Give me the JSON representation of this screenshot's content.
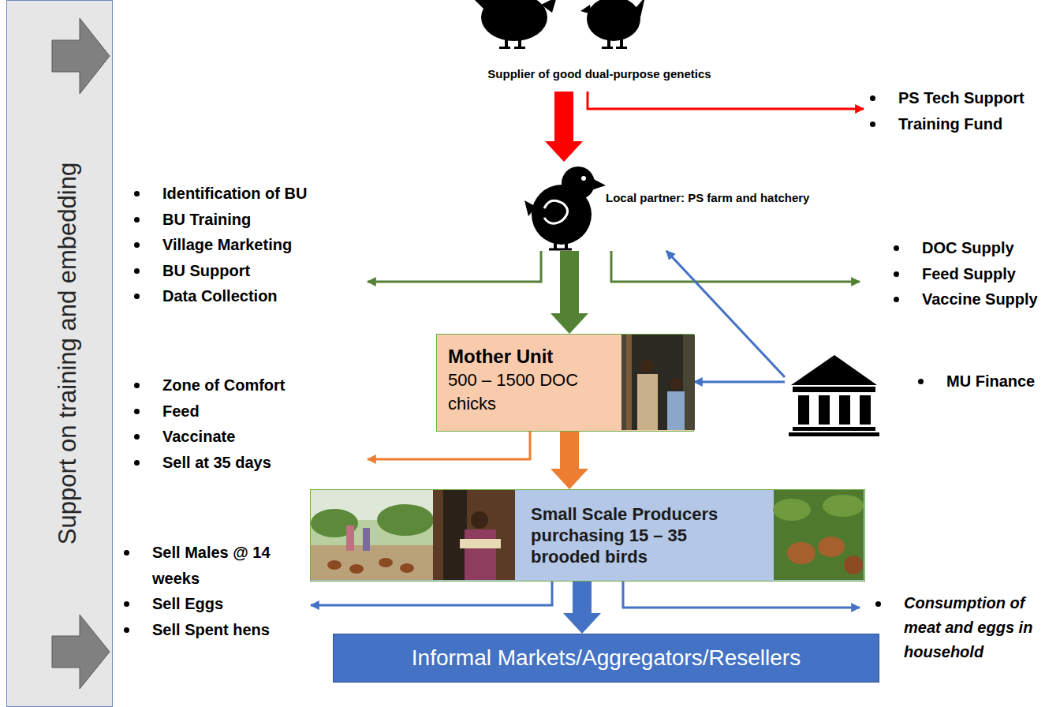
{
  "diagram": {
    "nodes": [
      {
        "text": [
          "Support on training and embedding"
        ]
      },
      {
        "text": [
          "Supplier of good dual-purpose genetics"
        ]
      },
      {
        "text": [
          "PS Tech Support",
          "Training Fund"
        ]
      },
      {
        "text": [
          "Local partner: PS farm and hatchery"
        ]
      },
      {
        "text": [
          "Identification of BU",
          "BU Training",
          "Village Marketing",
          "BU Support",
          "Data Collection"
        ]
      },
      {
        "text": [
          "DOC Supply",
          "Feed Supply",
          "Vaccine Supply"
        ]
      },
      {
        "text": [
          "Mother Unit",
          "500 – 1500 DOC chicks"
        ]
      },
      {
        "text": [
          "MU Finance"
        ]
      },
      {
        "text": [
          "Zone of Comfort",
          "Feed",
          "Vaccinate",
          "Sell at 35 days"
        ]
      },
      {
        "text": [
          "Small Scale Producers purchasing 15 – 35 brooded birds"
        ]
      },
      {
        "text": [
          "Sell Males @ 14 weeks",
          "Sell Eggs",
          "Sell Spent hens"
        ]
      },
      {
        "text": [
          "Consumption of meat and eggs in household"
        ]
      },
      {
        "text": [
          "Informal Markets/Aggregators/Resellers"
        ]
      }
    ],
    "edges": [
      {
        "from": 1,
        "to": 3,
        "arrow": "to"
      },
      {
        "from": 1,
        "to": 2,
        "arrow": "to"
      },
      {
        "from": 3,
        "to": 4,
        "arrow": "to"
      },
      {
        "from": 3,
        "to": 5,
        "arrow": "to"
      },
      {
        "from": 3,
        "to": 6,
        "arrow": "to"
      },
      {
        "from": 7,
        "to": 6,
        "arrow": "to"
      },
      {
        "from": 7,
        "to": 3,
        "arrow": "to"
      },
      {
        "from": 6,
        "to": 8,
        "arrow": "to"
      },
      {
        "from": 6,
        "to": 9,
        "arrow": "to"
      },
      {
        "from": 9,
        "to": 10,
        "arrow": "to"
      },
      {
        "from": 9,
        "to": 11,
        "arrow": "to"
      },
      {
        "from": 9,
        "to": 12,
        "arrow": "to"
      }
    ]
  }
}
